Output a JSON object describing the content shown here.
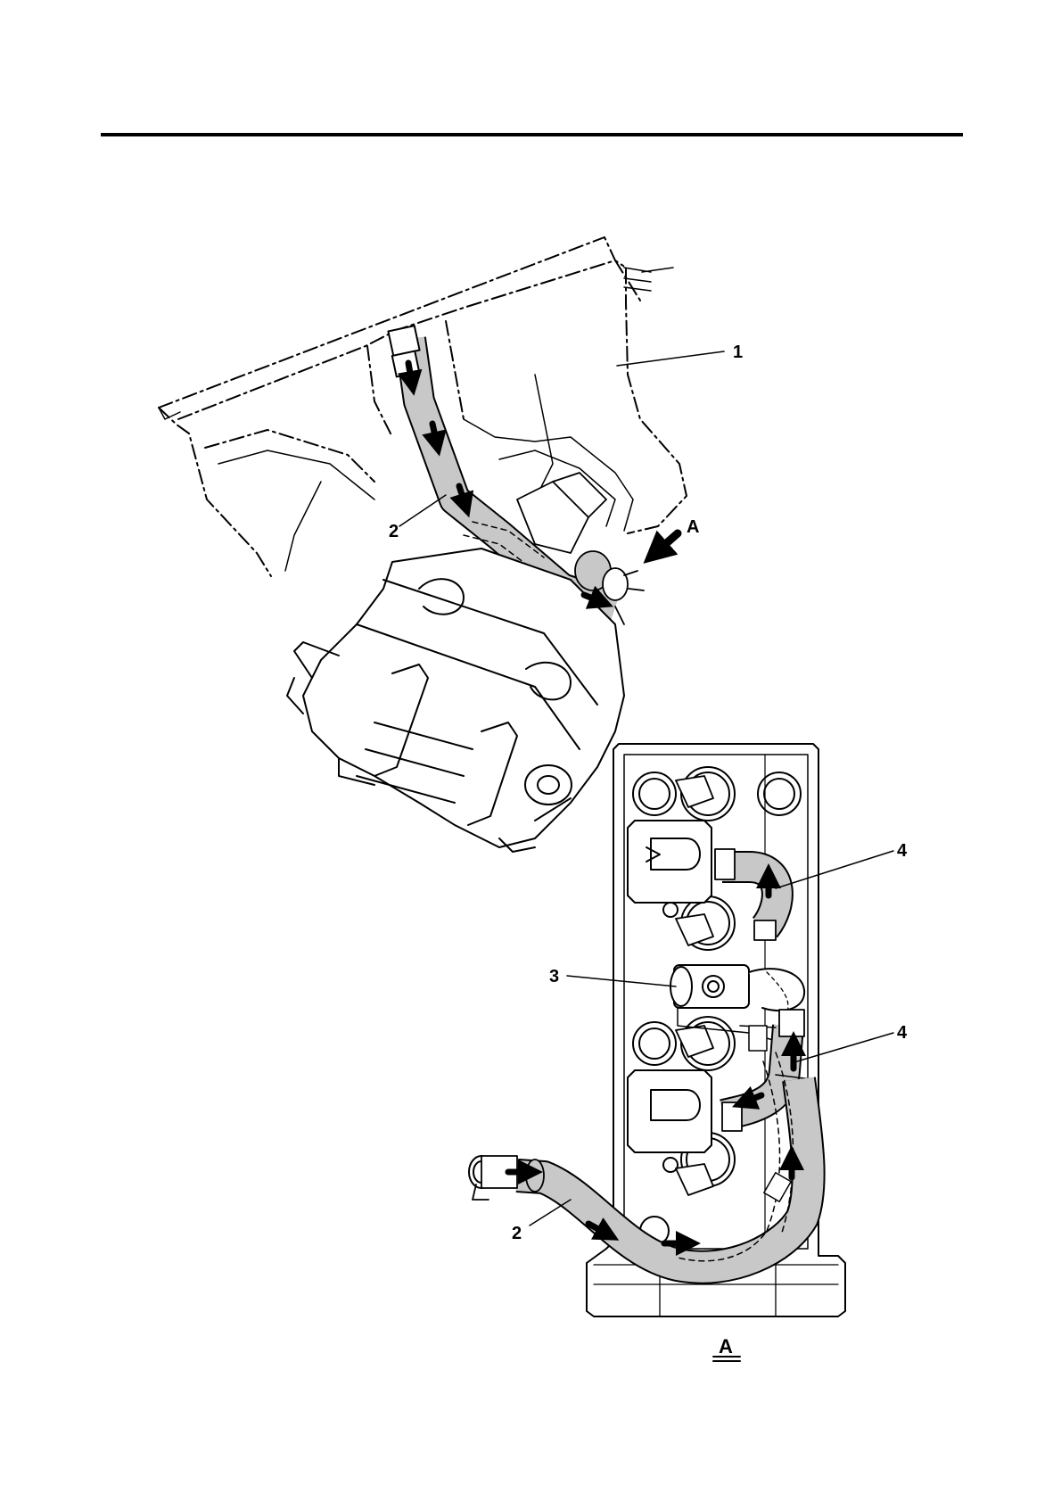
{
  "labels": {
    "part_1": "1",
    "part_2_top": "2",
    "part_2_bottom": "2",
    "part_3": "3",
    "part_4_top": "4",
    "part_4_bottom": "4",
    "view_arrow": "A",
    "view_title": "A"
  },
  "colors": {
    "line": "#000000",
    "hose_fill": "#c8c8c8",
    "background": "#ffffff"
  }
}
